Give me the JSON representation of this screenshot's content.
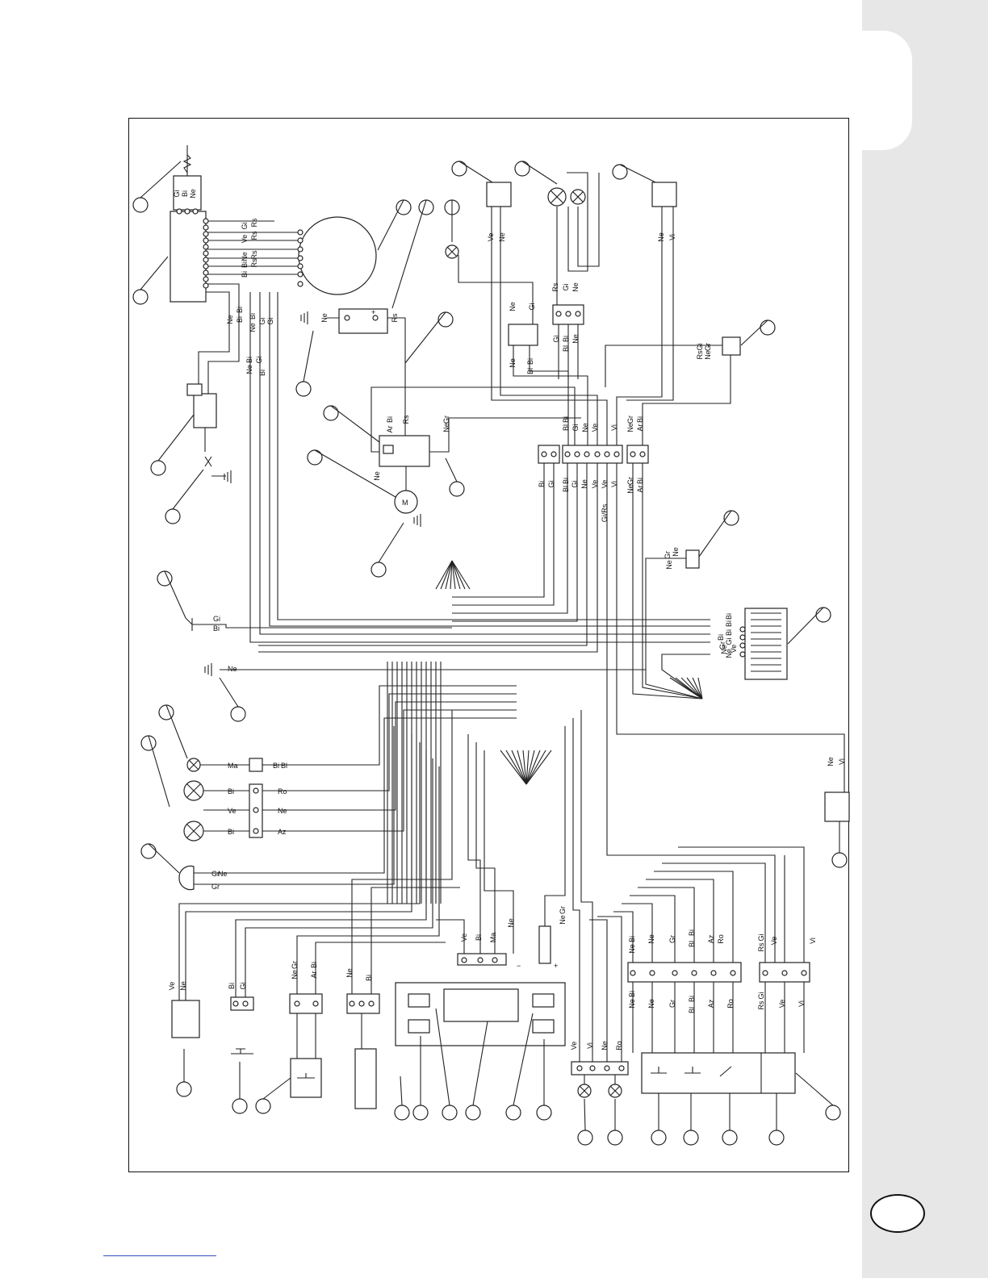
{
  "diagram": {
    "wire_codes_vertical": [
      "Gi",
      "Bi",
      "Ne",
      "Gi",
      "Rs",
      "Ve",
      "Rs",
      "Ne",
      "Rs",
      "Bi",
      "Rs",
      "Bi",
      "Ne",
      "Bi",
      "Bi",
      "Bi",
      "Ne",
      "Gi",
      "Bi",
      "Ne",
      "Gi",
      "Bi",
      "Gi",
      "Ne",
      "Rs",
      "Bi",
      "Ar",
      "Rs",
      "Gr",
      "Ne",
      "Ne",
      "Ve",
      "Ne",
      "Rs",
      "Gi",
      "Ne",
      "Ne",
      "Gi",
      "Gi",
      "Bi",
      "Bl",
      "Ne",
      "Ne",
      "Bi",
      "Bl",
      "Ne",
      "Vi",
      "Gi",
      "Gr",
      "Rs",
      "Ne",
      "Bi",
      "Bl",
      "Gi",
      "Ne",
      "Ve",
      "Vi",
      "Gr",
      "Ne",
      "Bi",
      "Ar",
      "Bi",
      "Gi",
      "Bi",
      "Bl",
      "Gi",
      "Ne",
      "Ve",
      "Ve",
      "Vi",
      "Gr",
      "Ne",
      "Bi",
      "Ar",
      "Gi/Rs",
      "Gr",
      "Ne",
      "Ne",
      "Bi",
      "Gi",
      "Bi",
      "Ne",
      "Gr",
      "Bi",
      "Bi",
      "Ne",
      "Ve",
      "Ne",
      "Vi",
      "Ve",
      "Bi",
      "Ma",
      "Ne",
      "Gr",
      "Ne",
      "Bi",
      "Ne",
      "Ne",
      "Gr",
      "Bi",
      "Bl",
      "Az",
      "Ro",
      "Gi",
      "Rs",
      "Ve",
      "Vi",
      "Bi",
      "Ne",
      "Ne",
      "Gr",
      "Bi",
      "Bl",
      "Az",
      "Ro",
      "Gi",
      "Rs",
      "Ve",
      "Vi",
      "Ve",
      "Ne",
      "Bi",
      "Gi",
      "Gr",
      "Ne",
      "Bi",
      "Ar",
      "Ne",
      "Bi",
      "Ve",
      "Vi",
      "Ne",
      "Ro"
    ],
    "wire_codes_horizontal": [
      "Gi",
      "Bi",
      "Ne",
      "Ma",
      "Bi",
      "Bl",
      "Bi",
      "Ro",
      "Ve",
      "Ne",
      "Bi",
      "Az",
      "Gr",
      "Ne",
      "Gr"
    ],
    "polarity": {
      "minus": "−",
      "plus": "+",
      "battery_plus": "+"
    },
    "motor_label": "M"
  }
}
